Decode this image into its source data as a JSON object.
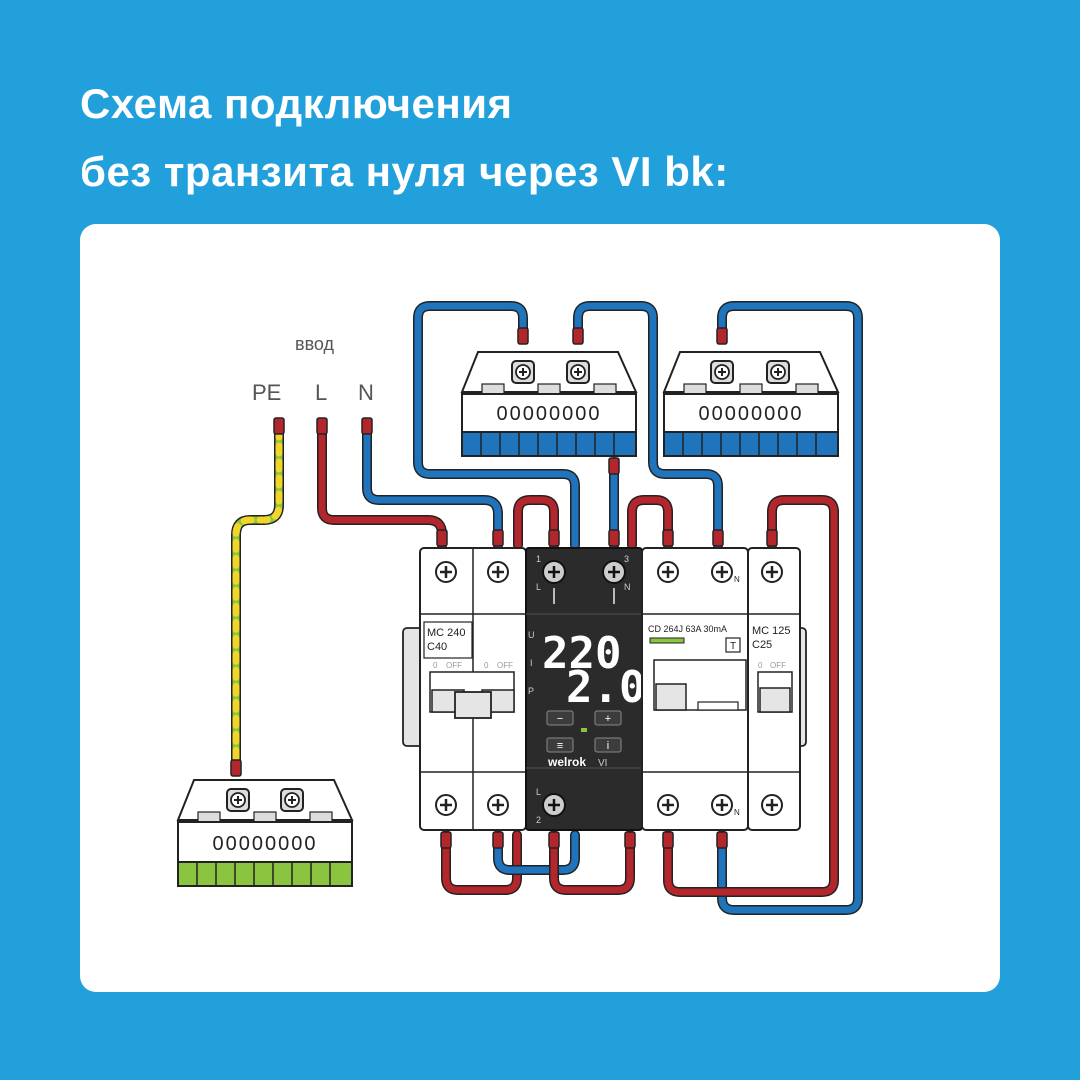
{
  "title": {
    "line1": "Схема подключения",
    "line2": "без транзита нуля через VI bk:"
  },
  "input": {
    "heading": "ввод",
    "pe": "PE",
    "l": "L",
    "n": "N"
  },
  "breaker_main": {
    "model": "MC 240",
    "rating": "C40",
    "off": "OFF",
    "zero": "0"
  },
  "relay": {
    "brand": "welrok",
    "model": "VI",
    "voltage": "220",
    "current": "2.0",
    "side_u": "U",
    "side_i": "I",
    "side_p": "P",
    "btn_minus": "−",
    "btn_plus": "+",
    "btn_menu": "≡",
    "btn_info": "i",
    "term1": "1",
    "term2": "2",
    "term3": "3",
    "term_l_top": "L",
    "term_n_top": "N",
    "term_l_bottom": "L"
  },
  "rcd": {
    "label": "CD 264J 63A 30mA",
    "test": "T",
    "n": "N"
  },
  "breaker_small": {
    "model": "MC 125",
    "rating": "C25",
    "off": "OFF",
    "zero": "0"
  },
  "terminal_digits": "00000000",
  "colors": {
    "background": "#21a0dc",
    "phase": "#b3262b",
    "neutral": "#1f74bb",
    "earth_green": "#8bc53f",
    "earth_yellow": "#f2d52a",
    "relay_body": "#2b2b2b"
  }
}
